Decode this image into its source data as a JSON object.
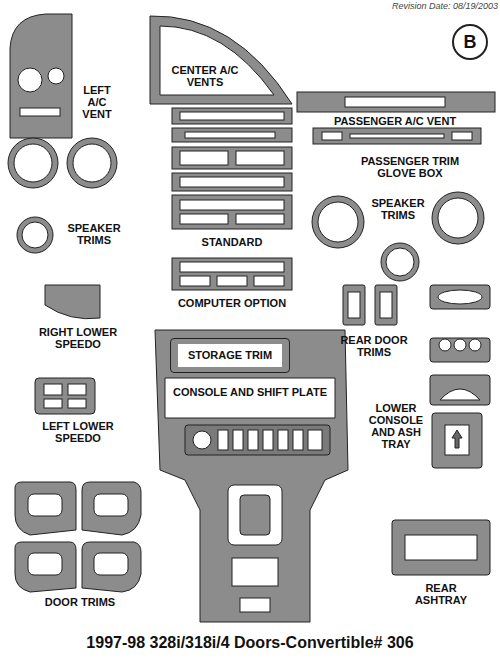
{
  "diagram": {
    "title": "1997-98 328i/318i/4 Doors-Convertible# 306",
    "nodes": [
      {
        "text": [
          "B"
        ]
      },
      {
        "text": [
          "STORAGE TRIM"
        ]
      }
    ],
    "labels": [
      "Revision Date: 08/19/2003",
      "LEFT A/C VENT",
      "CENTER A/C VENTS",
      "PASSENGER A/C VENT",
      "PASSENGER TRIM GLOVE BOX",
      "SPEAKER TRIMS",
      "STANDARD",
      "SPEAKER TRIMS",
      "COMPUTER OPTION",
      "RIGHT LOWER SPEEDO",
      "CONSOLE AND SHIFT PLATE",
      "REAR DOOR TRIMS",
      "LEFT LOWER SPEEDO",
      "LOWER CONSOLE AND ASH TRAY",
      "DOOR TRIMS",
      "REAR ASHTRAY"
    ]
  }
}
